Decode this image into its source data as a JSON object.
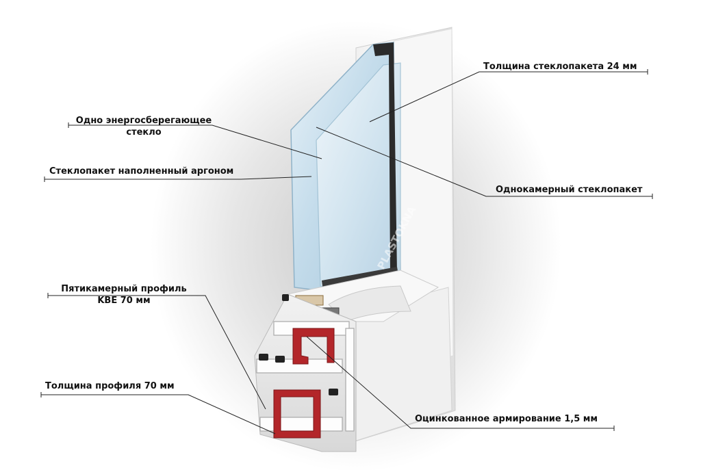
{
  "callouts": {
    "glass_unit_thickness": "Толщина стеклопакета 24 мм",
    "energy_glass_line1": "Одно энергосберегающее",
    "energy_glass_line2": "стекло",
    "argon_unit": "Стеклопакет наполненный аргоном",
    "single_chamber_unit": "Однокамерный стеклопакет",
    "five_chamber_line1": "Пятикамерный профиль",
    "five_chamber_line2": "KBE 70 мм",
    "profile_thickness": "Толщина профиля 70 мм",
    "galvanized_reinforcement": "Оцинкованное армирование 1,5 мм"
  },
  "watermark": "PLASTOKNA",
  "colors": {
    "frame": "#f4f4f4",
    "glass": "#cfe3ee",
    "reinforcement": "#b3262a",
    "leader_line": "#222222"
  }
}
